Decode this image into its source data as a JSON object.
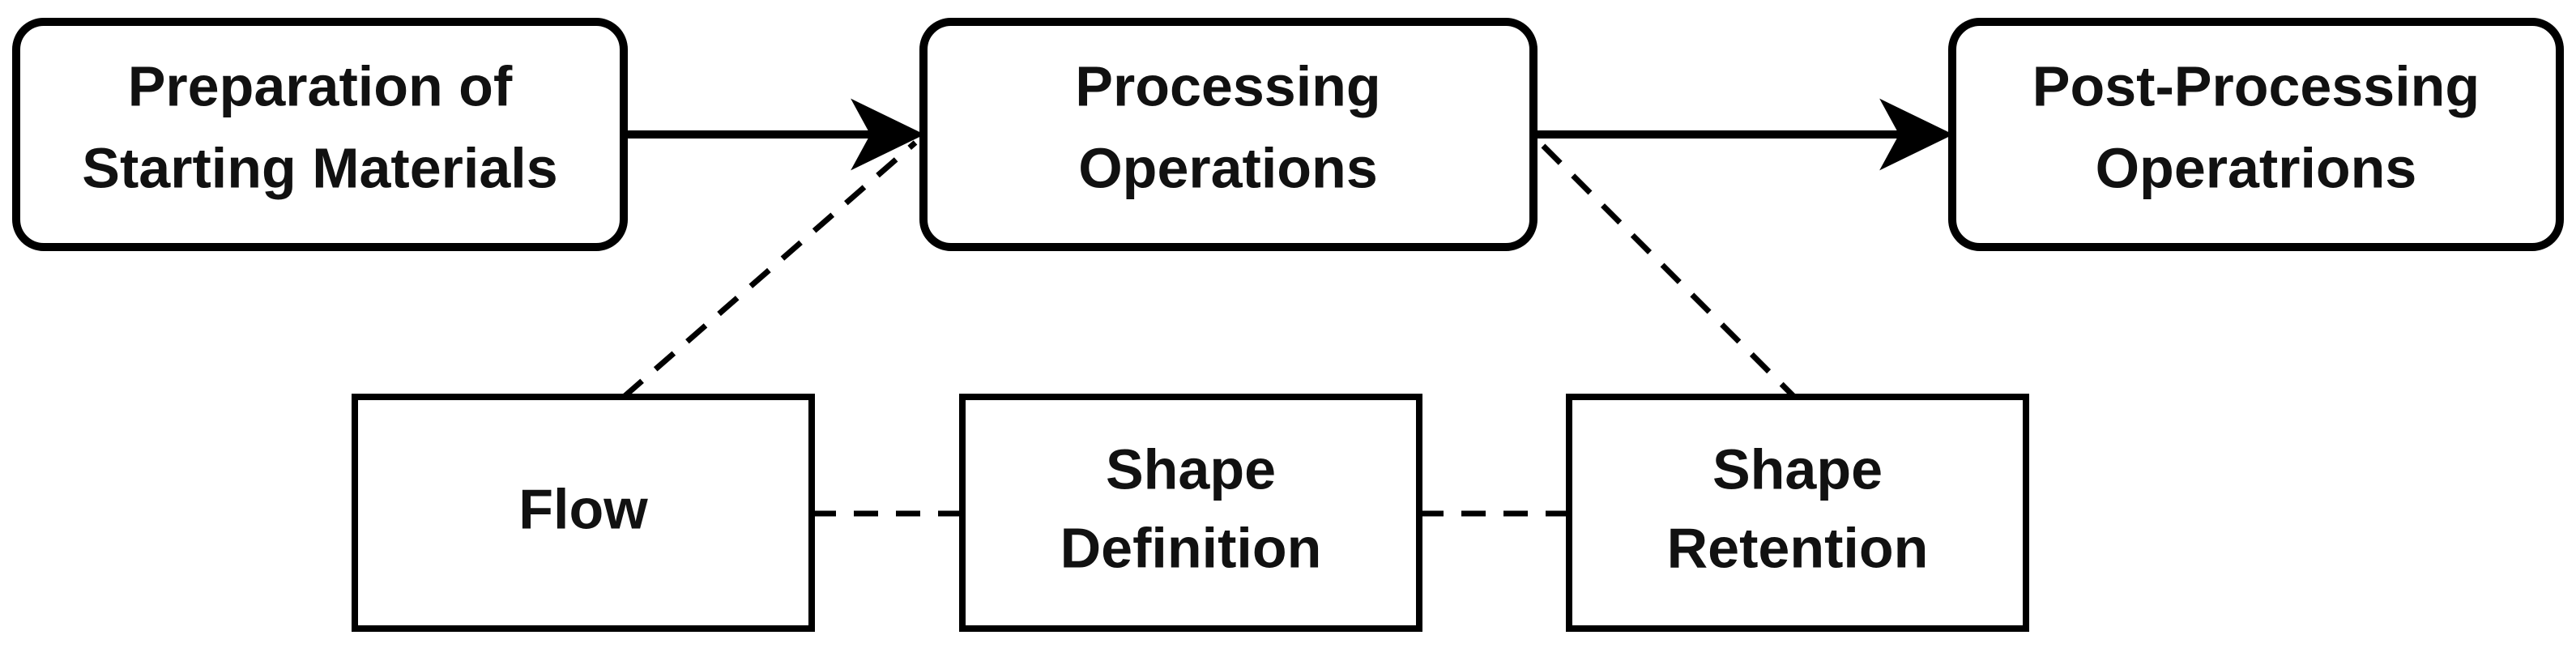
{
  "diagram": {
    "process_nodes": [
      {
        "lines": [
          "Preparation of",
          "Starting Materials"
        ]
      },
      {
        "lines": [
          "Processing",
          "Operations"
        ]
      },
      {
        "lines": [
          "Post-Processing",
          "Operatrions"
        ]
      }
    ],
    "stage_nodes": [
      {
        "lines": [
          "Flow"
        ]
      },
      {
        "lines": [
          "Shape",
          "Definition"
        ]
      },
      {
        "lines": [
          "Shape",
          "Retention"
        ]
      }
    ],
    "colors": {
      "stroke": "#000000",
      "fill": "#ffffff",
      "text": "#111111"
    }
  }
}
